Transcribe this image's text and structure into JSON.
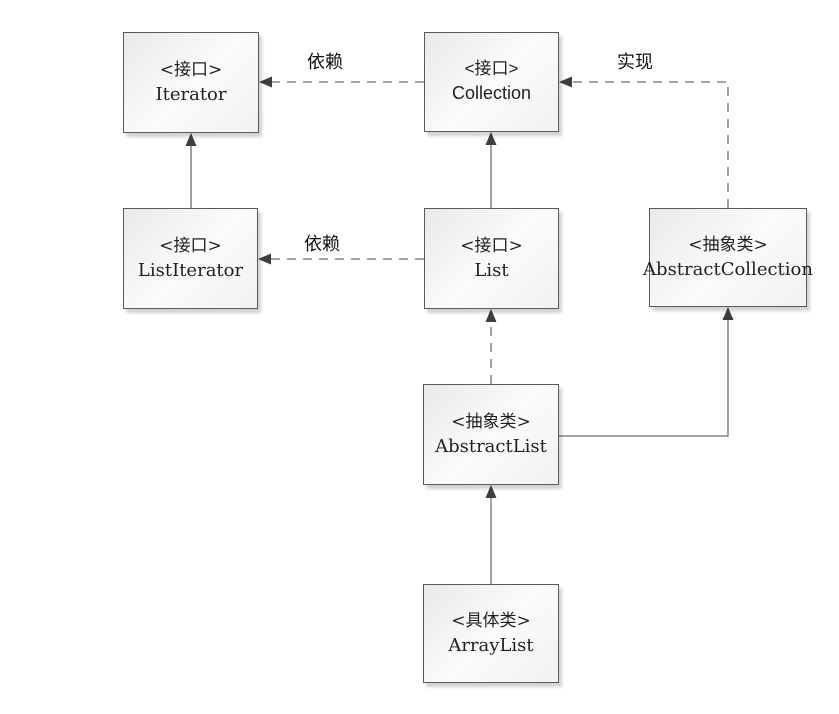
{
  "diagram": {
    "title": "java-collection-class-hierarchy",
    "nodes": [
      {
        "id": "iterator",
        "stereotype": "<接口>",
        "name": "Iterator"
      },
      {
        "id": "collection",
        "stereotype": "<接口>",
        "name": "Collection"
      },
      {
        "id": "listiterator",
        "stereotype": "<接口>",
        "name": "ListIterator"
      },
      {
        "id": "list",
        "stereotype": "<接口>",
        "name": "List"
      },
      {
        "id": "abstractcollection",
        "stereotype": "<抽象类>",
        "name": "AbstractCollection"
      },
      {
        "id": "abstractlist",
        "stereotype": "<抽象类>",
        "name": "AbstractList"
      },
      {
        "id": "arraylist",
        "stereotype": "<具体类>",
        "name": "ArrayList"
      }
    ],
    "edges": [
      {
        "from": "Collection",
        "to": "Iterator",
        "style": "dashed",
        "label": "依赖"
      },
      {
        "from": "AbstractCollection",
        "to": "Collection",
        "style": "dashed",
        "label": "实现"
      },
      {
        "from": "List",
        "to": "ListIterator",
        "style": "dashed",
        "label": "依赖"
      },
      {
        "from": "ListIterator",
        "to": "Iterator",
        "style": "solid",
        "label": ""
      },
      {
        "from": "List",
        "to": "Collection",
        "style": "solid",
        "label": ""
      },
      {
        "from": "AbstractList",
        "to": "List",
        "style": "dashed",
        "label": ""
      },
      {
        "from": "AbstractList",
        "to": "AbstractCollection",
        "style": "solid",
        "label": ""
      },
      {
        "from": "ArrayList",
        "to": "AbstractList",
        "style": "solid",
        "label": ""
      }
    ],
    "colors": {
      "background": "#ffffff",
      "box_border": "#5a5a5a",
      "box_fill_light": "#e9e9e9",
      "box_fill_white": "#fbfbfb",
      "line": "#6e6e6e",
      "arrowhead": "#3f3f3f",
      "text": "#1f1f1f"
    }
  }
}
